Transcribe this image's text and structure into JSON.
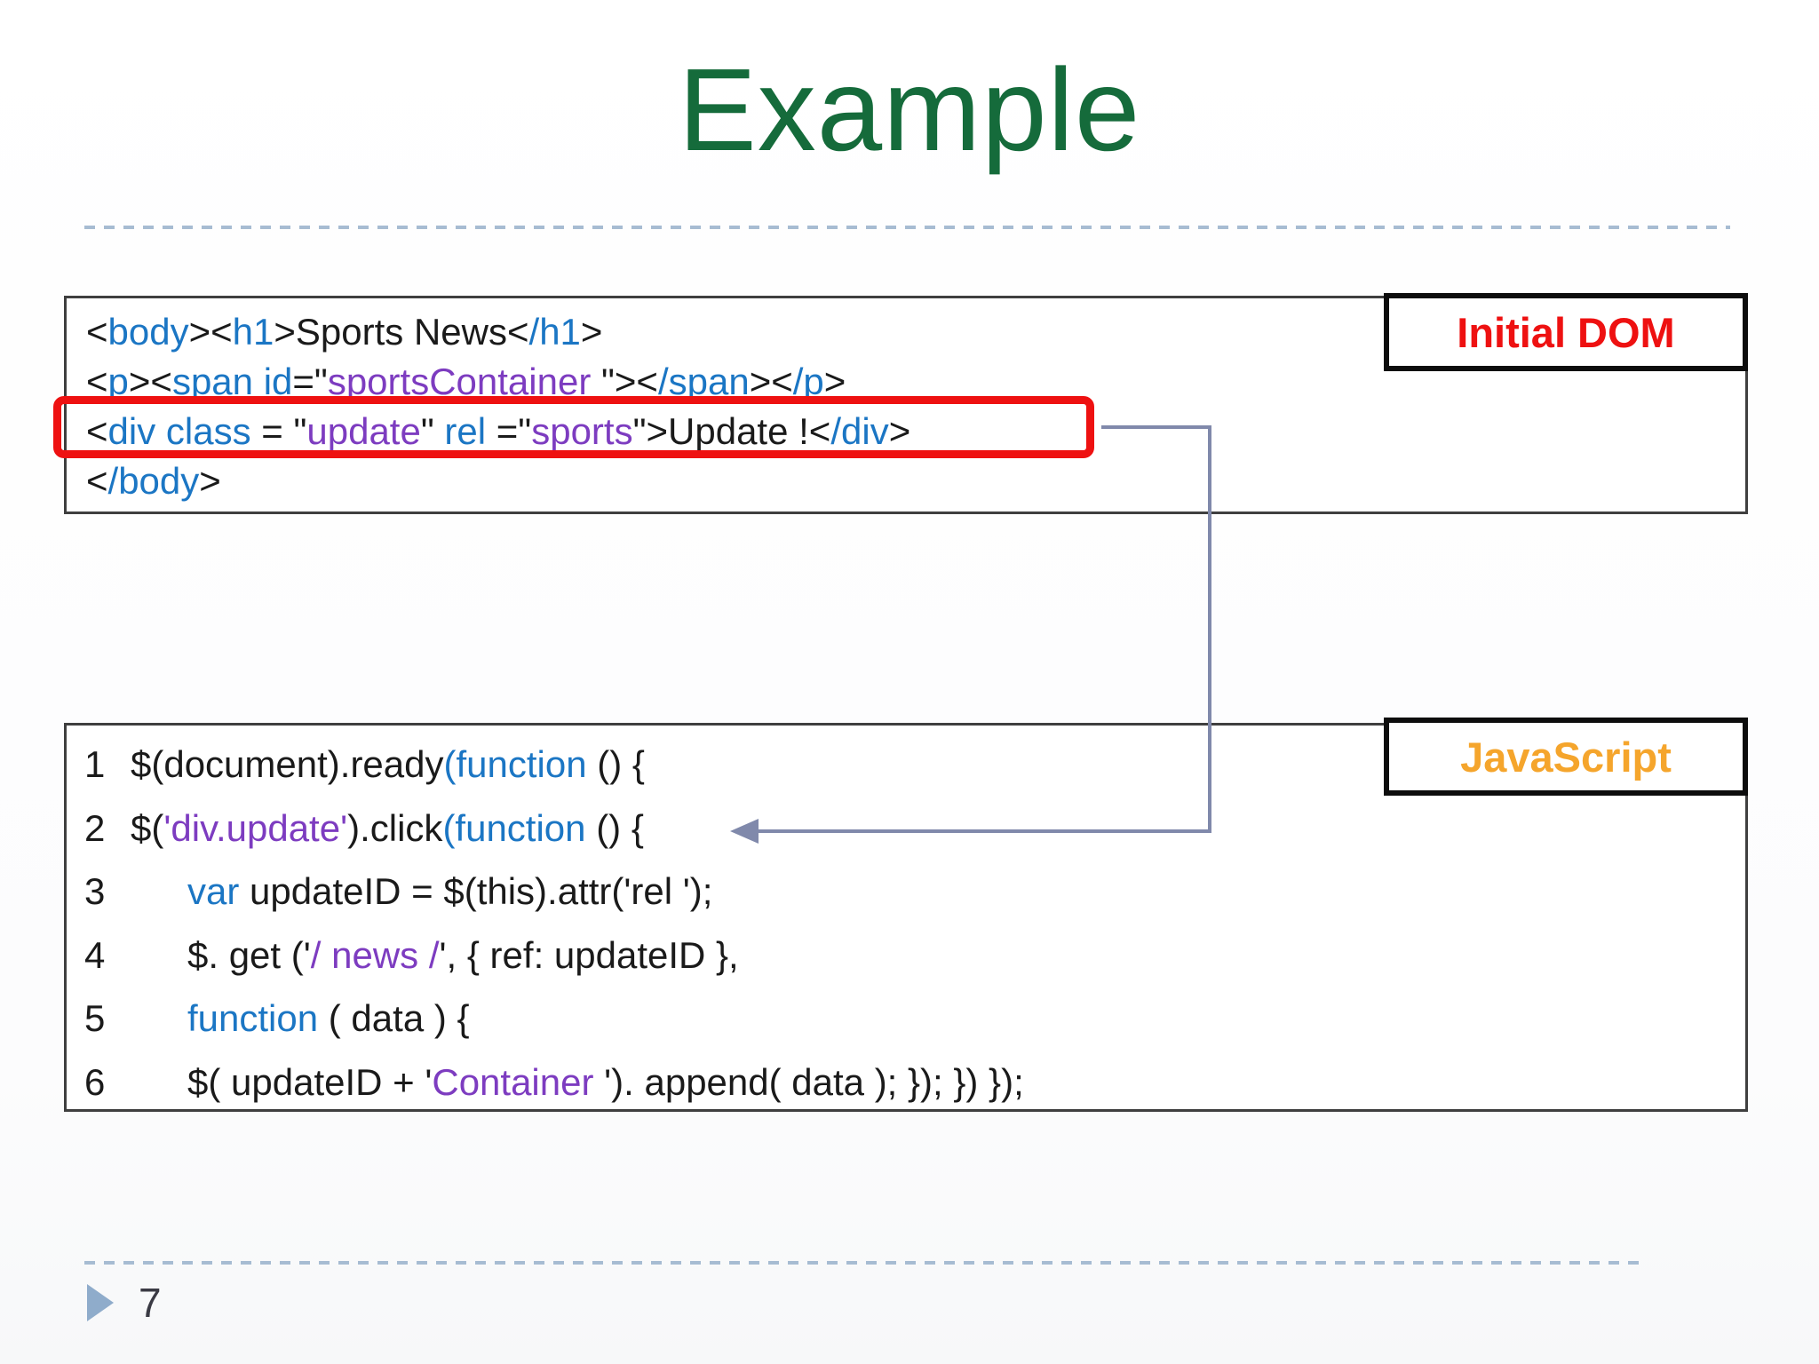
{
  "slide": {
    "title": "Example",
    "page_number": "7"
  },
  "labels": {
    "initial_dom": "Initial DOM",
    "javascript": "JavaScript"
  },
  "colors": {
    "title_green": "#156B3B",
    "code_blue": "#1B76C4",
    "code_purple": "#7D3CC0",
    "code_black": "#1A1A1A",
    "label_red": "#EE1111",
    "label_orange": "#F5A52C",
    "highlight_red": "#EE1111",
    "connector_gray": "#8089AB",
    "dashed_line": "#A7BCD2",
    "footer_triangle": "#8FACCB"
  },
  "dom_code": {
    "highlighted_line_index": 2,
    "lines": [
      {
        "tokens": [
          {
            "c": "plain",
            "t": "<"
          },
          {
            "c": "blue",
            "t": "body"
          },
          {
            "c": "plain",
            "t": "><"
          },
          {
            "c": "blue",
            "t": "h1"
          },
          {
            "c": "plain",
            "t": ">Sports News<"
          },
          {
            "c": "blue",
            "t": "/h1"
          },
          {
            "c": "plain",
            "t": ">"
          }
        ]
      },
      {
        "tokens": [
          {
            "c": "plain",
            "t": "<"
          },
          {
            "c": "blue",
            "t": "p"
          },
          {
            "c": "plain",
            "t": "><"
          },
          {
            "c": "blue",
            "t": "span id"
          },
          {
            "c": "plain",
            "t": "=\""
          },
          {
            "c": "purple",
            "t": "sportsContainer "
          },
          {
            "c": "plain",
            "t": "\"><"
          },
          {
            "c": "blue",
            "t": "/span"
          },
          {
            "c": "plain",
            "t": "><"
          },
          {
            "c": "blue",
            "t": "/p"
          },
          {
            "c": "plain",
            "t": ">"
          }
        ]
      },
      {
        "tokens": [
          {
            "c": "plain",
            "t": "<"
          },
          {
            "c": "blue",
            "t": "div class"
          },
          {
            "c": "plain",
            "t": " = \""
          },
          {
            "c": "purple",
            "t": "update"
          },
          {
            "c": "plain",
            "t": "\" "
          },
          {
            "c": "blue",
            "t": "rel"
          },
          {
            "c": "plain",
            "t": " =\""
          },
          {
            "c": "purple",
            "t": "sports"
          },
          {
            "c": "plain",
            "t": "\">Update !<"
          },
          {
            "c": "blue",
            "t": "/div"
          },
          {
            "c": "plain",
            "t": ">"
          }
        ]
      },
      {
        "tokens": [
          {
            "c": "plain",
            "t": "<"
          },
          {
            "c": "blue",
            "t": "/body"
          },
          {
            "c": "plain",
            "t": ">"
          }
        ]
      }
    ]
  },
  "js_code": {
    "lines": [
      {
        "num": "1",
        "indent": false,
        "tokens": [
          {
            "c": "plain",
            "t": "$(document).ready"
          },
          {
            "c": "blue",
            "t": "(function"
          },
          {
            "c": "plain",
            "t": " () {"
          }
        ]
      },
      {
        "num": "2",
        "indent": false,
        "tokens": [
          {
            "c": "plain",
            "t": "$("
          },
          {
            "c": "purple",
            "t": "'div.update'"
          },
          {
            "c": "plain",
            "t": ").click"
          },
          {
            "c": "blue",
            "t": "(function"
          },
          {
            "c": "plain",
            "t": " () {"
          }
        ]
      },
      {
        "num": "3",
        "indent": true,
        "tokens": [
          {
            "c": "blue",
            "t": "var"
          },
          {
            "c": "plain",
            "t": " updateID = $(this).attr('rel ');"
          }
        ]
      },
      {
        "num": "4",
        "indent": true,
        "tokens": [
          {
            "c": "plain",
            "t": "$. get ('"
          },
          {
            "c": "purple",
            "t": "/ news /"
          },
          {
            "c": "plain",
            "t": "', { ref: updateID },"
          }
        ]
      },
      {
        "num": "5",
        "indent": true,
        "tokens": [
          {
            "c": "blue",
            "t": "function"
          },
          {
            "c": "plain",
            "t": " ( data ) {"
          }
        ]
      },
      {
        "num": "6",
        "indent": true,
        "tokens": [
          {
            "c": "plain",
            "t": "$( updateID + '"
          },
          {
            "c": "purple",
            "t": "Container"
          },
          {
            "c": "plain",
            "t": " '). append( data ); }); }) });"
          }
        ]
      }
    ]
  }
}
